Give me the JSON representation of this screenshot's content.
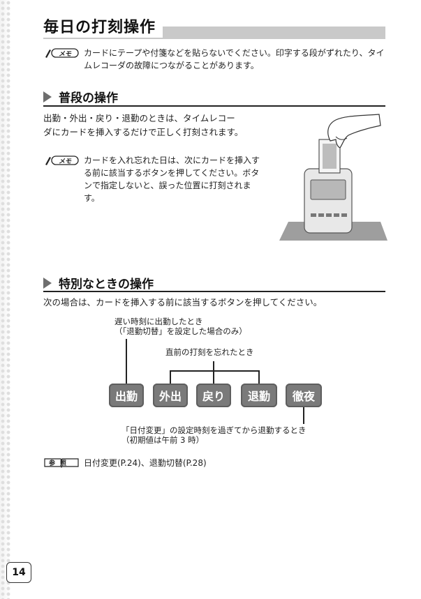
{
  "page_title": "毎日の打刻操作",
  "memo_top": "カードにテープや付箋などを貼らないでください。印字する段がずれたり、タイムレコーダの故障につながることがあります。",
  "section_normal": {
    "heading": "普段の操作",
    "intro_line1": "出勤・外出・戻り・退勤のときは、タイムレコー",
    "intro_line2": "ダにカードを挿入するだけで正しく打刻されます。",
    "memo": "カードを入れ忘れた日は、次にカードを挿入する前に該当するボタンを押してください。ボタンで指定しないと、誤った位置に打刻されます。"
  },
  "section_special": {
    "heading": "特別なときの操作",
    "intro": "次の場合は、カードを挿入する前に該当するボタンを押してください。",
    "callout_late_line1": "遅い時刻に出勤したとき",
    "callout_late_line2": "（「退勤切替」を設定した場合のみ）",
    "callout_forgot": "直前の打刻を忘れたとき",
    "callout_overnight_line1": "「日付変更」の設定時刻を過ぎてから退勤するとき",
    "callout_overnight_line2": "（初期値は午前 3 時）",
    "buttons": [
      "出勤",
      "外出",
      "戻り",
      "退勤",
      "徹夜"
    ]
  },
  "reference": {
    "badge": "参照",
    "text": "日付変更(P.24)、退勤切替(P.28)"
  },
  "memo_badge": "メモ",
  "page_number": "14"
}
